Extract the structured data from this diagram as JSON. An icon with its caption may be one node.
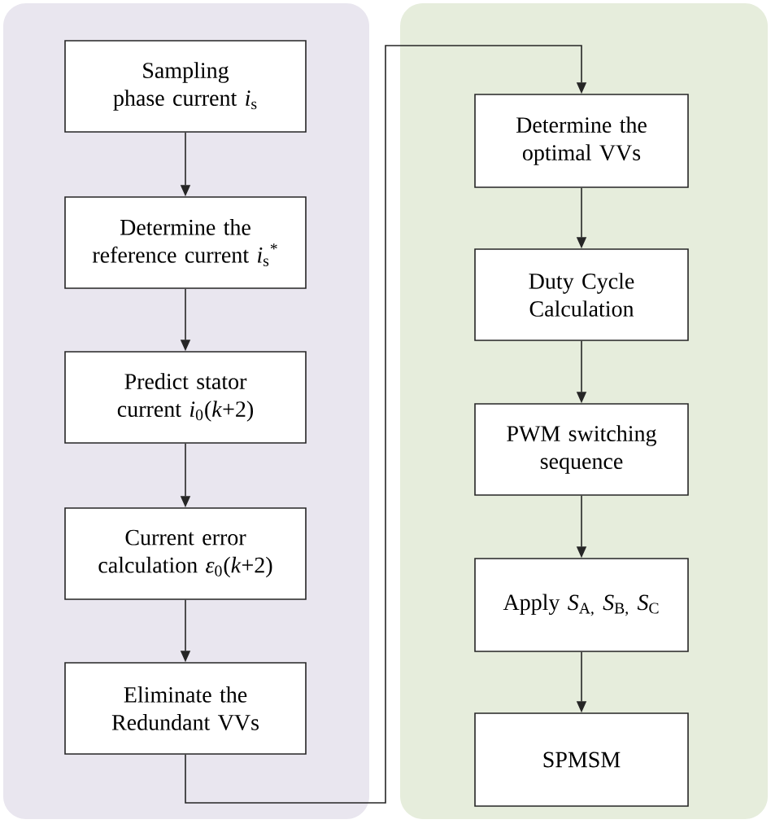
{
  "diagram": {
    "nodes": [
      {
        "text": [],
        "shape": "box"
      },
      {
        "text": [
          "Sampling phase current *i*$_{s}$"
        ],
        "in": 0
      },
      {
        "text": [
          "Determine the reference current *i*$_{s}$$^{*}$"
        ],
        "in": 0
      },
      {
        "text": [
          "Predict stator current *i*$_{0}$(*k*+2)"
        ],
        "in": 0
      },
      {
        "text": [
          "Current error calculation *ε*$_{0}$(*k*+2)"
        ],
        "in": 0
      },
      {
        "text": [
          "Eliminate the Redundant VVs"
        ],
        "in": 0
      },
      {
        "text": [],
        "shape": "box"
      },
      {
        "text": [
          "Determine the optimal VVs"
        ],
        "in": 6
      },
      {
        "text": [
          "Duty Cycle Calculation"
        ],
        "in": 6
      },
      {
        "text": [
          "PWM switching sequence"
        ],
        "in": 6
      },
      {
        "text": [
          "Apply *S*$_{A,}$ *S*$_{B,}$ *S*$_{C}$"
        ],
        "in": 6
      },
      {
        "text": [
          "SPMSM"
        ],
        "in": 6
      }
    ],
    "edges": [
      {
        "from": 1,
        "to": 2,
        "arrow": "to"
      },
      {
        "from": 2,
        "to": 3,
        "arrow": "to"
      },
      {
        "from": 3,
        "to": 4,
        "arrow": "to"
      },
      {
        "from": 4,
        "to": 5,
        "arrow": "to"
      },
      {
        "from": 5,
        "to": 7,
        "arrow": "to"
      },
      {
        "from": 7,
        "to": 8,
        "arrow": "to"
      },
      {
        "from": 8,
        "to": 9,
        "arrow": "to"
      },
      {
        "from": 9,
        "to": 10,
        "arrow": "to"
      },
      {
        "from": 10,
        "to": 11,
        "arrow": "to"
      }
    ]
  }
}
